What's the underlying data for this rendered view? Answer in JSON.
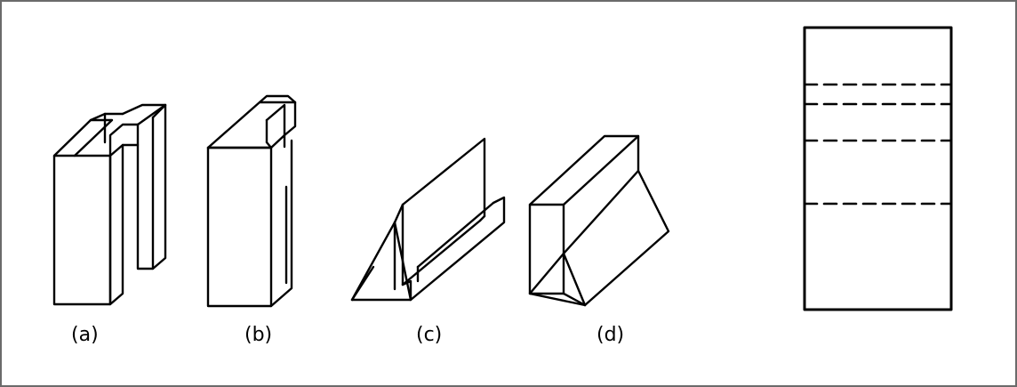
{
  "figure": {
    "labels": {
      "a": "(a)",
      "b": "(b)",
      "c": "(c)",
      "d": "(d)"
    },
    "colors": {
      "frame": "#6b6b6b",
      "ink": "#000000",
      "background": "#ffffff"
    }
  }
}
